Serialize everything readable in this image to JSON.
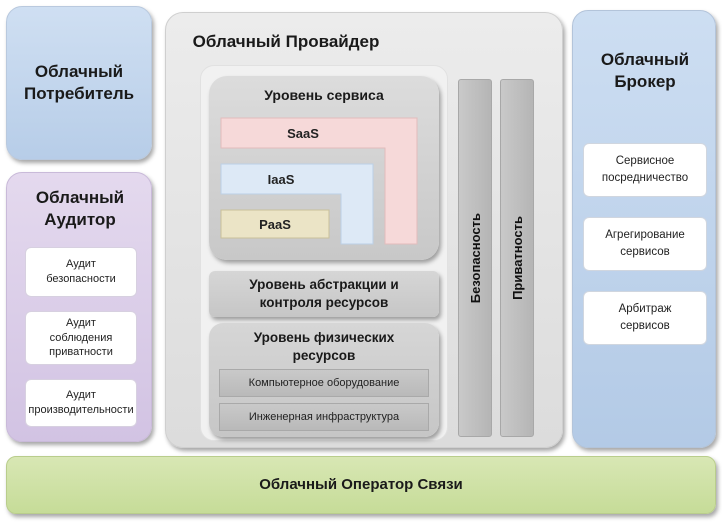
{
  "consumer": {
    "title": "Облачный Потребитель"
  },
  "auditor": {
    "title": "Облачный Аудитор",
    "items": [
      "Аудит безопасности",
      "Аудит соблюдения приватности",
      "Аудит производительности"
    ]
  },
  "provider": {
    "title": "Облачный Провайдер",
    "service_level": {
      "title": "Уровень сервиса",
      "layers": [
        "SaaS",
        "IaaS",
        "PaaS"
      ]
    },
    "abstraction_level": "Уровень абстракции и контроля ресурсов",
    "physical_level": {
      "title": "Уровень физических ресурсов",
      "items": [
        "Компьютерное оборудование",
        "Инженерная инфраструктура"
      ]
    },
    "security": "Безопасность",
    "privacy": "Приватность"
  },
  "broker": {
    "title": "Облачный Брокер",
    "items": [
      "Сервисное посредничество",
      "Агрегирование сервисов",
      "Арбитраж сервисов"
    ]
  },
  "carrier": {
    "title": "Облачный Оператор Связи"
  },
  "colors": {
    "consumer": "#c4d6ee",
    "auditor": "#dacee8",
    "provider": "#e4e4e4",
    "broker": "#c0d4ec",
    "carrier": "#cfe1a6",
    "saas": "#f6d9d9",
    "iaas": "#dde9f6",
    "paas": "#ebe4c6"
  }
}
